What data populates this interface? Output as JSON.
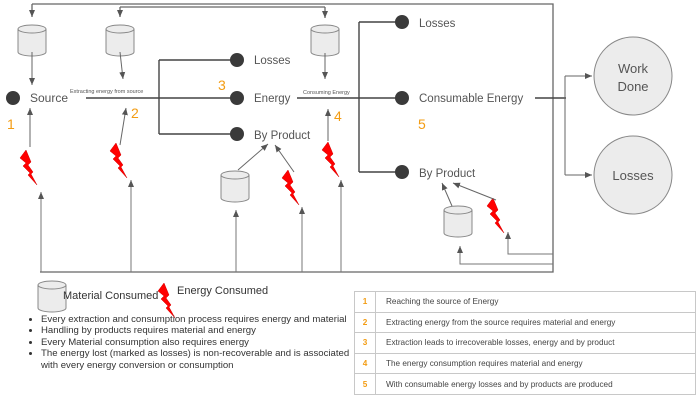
{
  "diagram": {
    "stages": {
      "source": {
        "label": "Source",
        "number": "1"
      },
      "extraction": {
        "label": "Extracting energy from source",
        "number": "2"
      },
      "extraction_outputs": {
        "number": "3",
        "losses": "Losses",
        "energy": "Energy",
        "by_product": "By Product"
      },
      "consumption": {
        "label": "Consuming Energy",
        "number": "4"
      },
      "consumption_outputs": {
        "number": "5",
        "losses": "Losses",
        "consumable_energy": "Consumable Energy",
        "by_product": "By Product"
      }
    },
    "end_states": {
      "work_done_line1": "Work",
      "work_done_line2": "Done",
      "losses": "Losses"
    },
    "colors": {
      "accent_number": "#f39c12",
      "energy_bolt": "#ff0000",
      "node_fill": "#3a3a3a",
      "material_fill": "#ececec"
    }
  },
  "legend": {
    "material": {
      "icon": "cylinder-icon",
      "label": "Material Consumed"
    },
    "energy": {
      "icon": "lightning-bolt-icon",
      "label": "Energy Consumed"
    }
  },
  "notes": [
    "Every extraction and consumption process requires energy and material",
    "Handling by products requires material and energy",
    "Every Material consumption also requires energy",
    "The energy lost (marked as losses) is non-recoverable and is associated with every energy conversion or consumption"
  ],
  "steps_table": [
    {
      "number": "1",
      "text": "Reaching the source of Energy"
    },
    {
      "number": "2",
      "text": "Extracting energy from the source requires material and energy"
    },
    {
      "number": "3",
      "text": "Extraction leads to irrecoverable losses, energy and by product"
    },
    {
      "number": "4",
      "text": "The energy consumption requires material and energy"
    },
    {
      "number": "5",
      "text": "With consumable energy losses and by products are produced"
    }
  ]
}
